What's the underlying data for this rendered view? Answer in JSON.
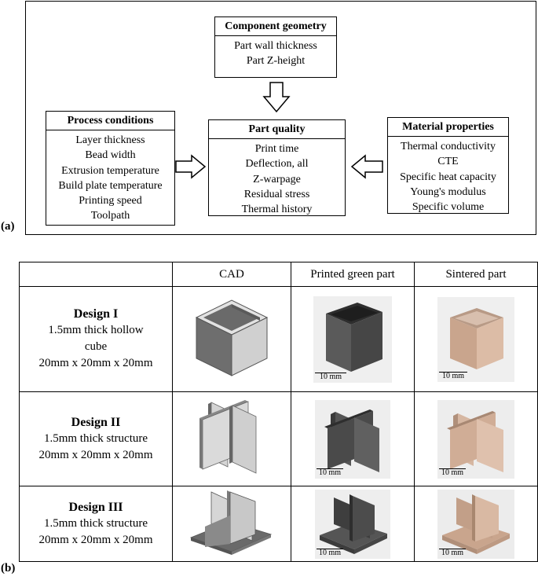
{
  "panel_a": {
    "label": "(a)",
    "component_geometry": {
      "title": "Component geometry",
      "items": [
        "Part wall thickness",
        "Part Z-height"
      ]
    },
    "process_conditions": {
      "title": "Process conditions",
      "items": [
        "Layer thickness",
        "Bead width",
        "Extrusion temperature",
        "Build plate temperature",
        "Printing speed",
        "Toolpath"
      ]
    },
    "part_quality": {
      "title": "Part quality",
      "items": [
        "Print time",
        "Deflection, all",
        "Z-warpage",
        "Residual stress",
        "Thermal history"
      ]
    },
    "material_properties": {
      "title": "Material properties",
      "items": [
        "Thermal conductivity",
        "CTE",
        "Specific heat capacity",
        "Young's modulus",
        "Specific volume"
      ]
    }
  },
  "panel_b": {
    "label": "(b)",
    "headers": [
      "",
      "CAD",
      "Printed green part",
      "Sintered part"
    ],
    "scale_label": "10 mm",
    "designs": [
      {
        "title": "Design I",
        "lines": [
          "1.5mm thick hollow",
          "cube",
          "20mm x 20mm x 20mm"
        ]
      },
      {
        "title": "Design II",
        "lines": [
          "1.5mm thick structure",
          "20mm x 20mm x 20mm"
        ]
      },
      {
        "title": "Design III",
        "lines": [
          "1.5mm thick structure",
          "20mm x 20mm x 20mm"
        ]
      }
    ]
  },
  "colors": {
    "green_part": "#4a4a4a",
    "sintered_part": "#caa58c",
    "cad_dark": "#666666",
    "cad_light": "#cfcfcf"
  }
}
